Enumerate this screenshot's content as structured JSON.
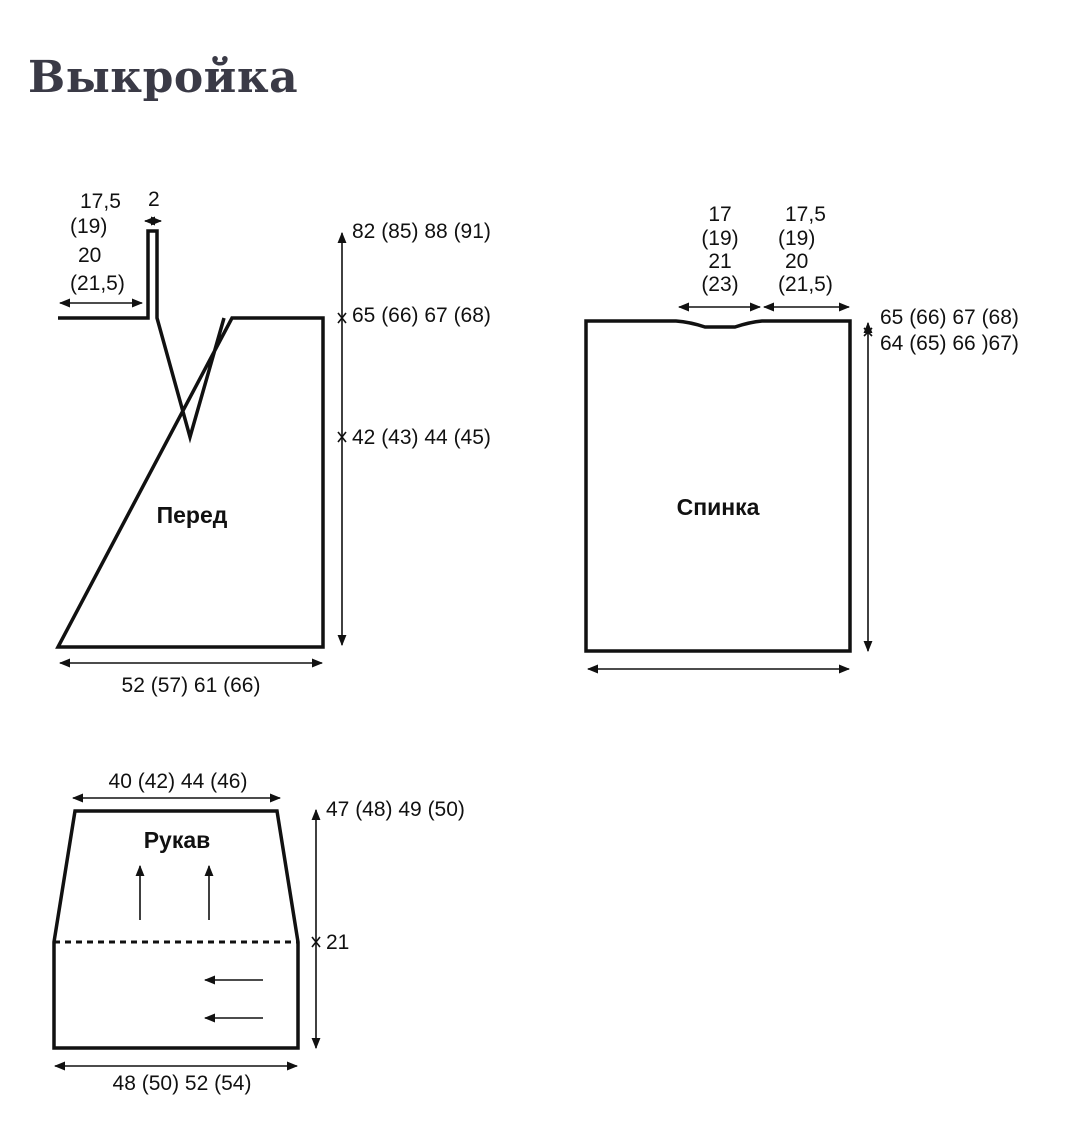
{
  "title": "Выкройка",
  "front": {
    "label": "Перед",
    "shoulder": [
      "17,5",
      "(19)",
      "20",
      "(21,5)"
    ],
    "band": "2",
    "height_total": "82 (85) 88 (91)",
    "height_shoulder": "65 (66) 67 (68)",
    "height_neck": "42 (43) 44 (45)",
    "width": "52 (57) 61 (66)"
  },
  "back": {
    "label": "Спинка",
    "neck": [
      "17",
      "(19)",
      "21",
      "(23)"
    ],
    "shoulder": [
      "17,5",
      "(19)",
      "20",
      "(21,5)"
    ],
    "height_1": "65 (66) 67 (68)",
    "height_2": "64 (65) 66 )67)"
  },
  "sleeve": {
    "label": "Рукав",
    "top_width": "40 (42) 44 (46)",
    "height": "47 (48) 49 (50)",
    "cuff_height": "21",
    "bottom_width": "48 (50) 52 (54)"
  }
}
